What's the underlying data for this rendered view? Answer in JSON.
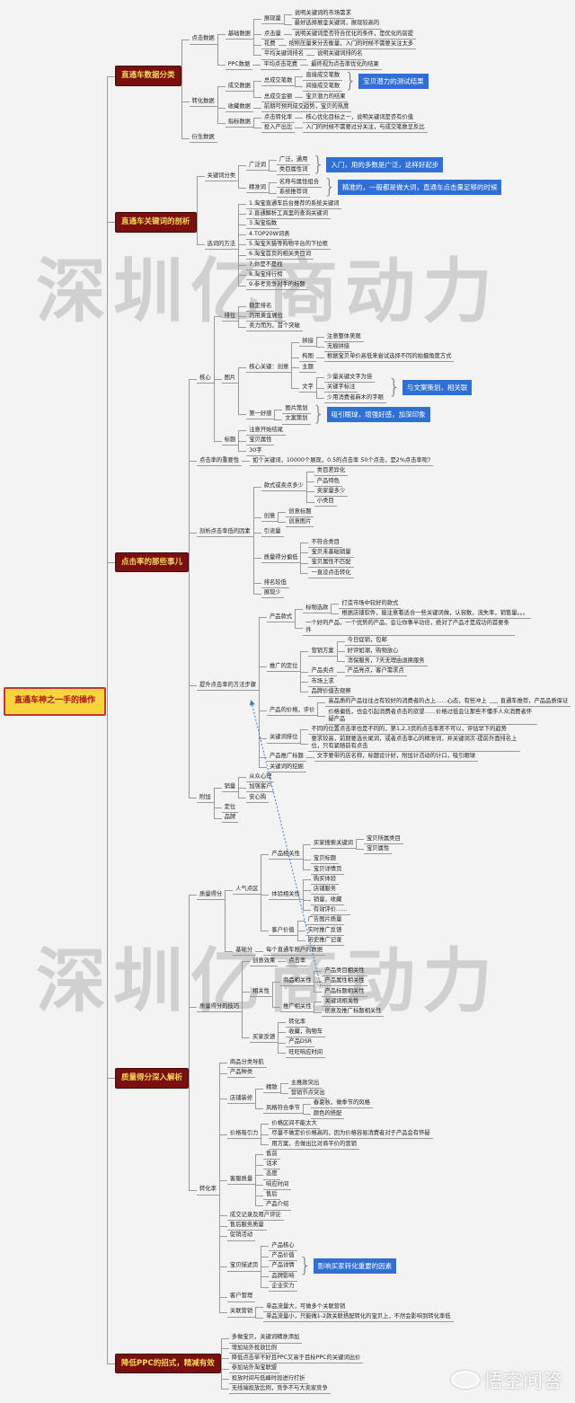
{
  "watermark": "深圳亿商动力",
  "logo": "悟空问答",
  "colors": {
    "branch_bg": "#7a0f0f",
    "branch_text": "#f6d85a",
    "root_bg": "#f7d43c",
    "root_border": "#c0392b",
    "callout_bg": "#2f6fd6"
  },
  "mindmap": {
    "t": "直通车神之一手的操作",
    "c": [
      {
        "t": "直通车数据分类",
        "c": [
          {
            "t": "点击数据",
            "c": [
              {
                "t": "基础数据",
                "c": [
                  {
                    "t": "展现量",
                    "c": [
                      "说明关键词的市场需求",
                      "最好选择展金关键词，展现较高的"
                    ]
                  },
                  {
                    "t": "点击量",
                    "c": [
                      "说明关键词是否符合优化的条件，是优化的前提"
                    ]
                  },
                  {
                    "t": "花费",
                    "c": [
                      "按照压量来分去衡量，入门的时候不需要关注太多"
                    ]
                  },
                  {
                    "t": "平均关键词排名",
                    "c": [
                      "说明关键词排的名"
                    ]
                  }
                ]
              },
              {
                "t": "PPC数据",
                "c": [
                  {
                    "t": "平均点击花费",
                    "c": [
                      "最终视为点击率优化的结果"
                    ]
                  }
                ]
              }
            ]
          },
          {
            "t": "转化数据",
            "c": [
              {
                "t": "成交数据",
                "c": [
                  {
                    "t": "总成交笔数",
                    "c": [
                      "直接成交笔数",
                      "间接成交笔数"
                    ],
                    "callout": "宝贝潜力的测试结果"
                  },
                  {
                    "t": "总成交金额",
                    "c": [
                      "宝贝潜力的结果"
                    ]
                  }
                ]
              },
              {
                "t": "收藏数据",
                "c": [
                  "前期可预判成交趋势，宝贝的热度"
                ]
              },
              {
                "t": "指标数据",
                "c": [
                  {
                    "t": "点击转化率",
                    "c": [
                      "核心优化目标之一，说明关键词是否有价值"
                    ]
                  },
                  {
                    "t": "投入产出比",
                    "c": [
                      "入门的时候不需要过分关注，与成交笔数呈反比"
                    ]
                  }
                ]
              }
            ]
          },
          "衍生数据"
        ]
      },
      {
        "t": "直通车关键词的剖析",
        "c": [
          {
            "t": "关键词分类",
            "c": [
              {
                "t": "广泛词",
                "c": [
                  "广泛，通用",
                  "类目属性词"
                ],
                "callout": "入门，用的多数是广泛，这样好起步"
              },
              {
                "t": "精准词",
                "c": [
                  "名称与属性组合",
                  "系统推荐词"
                ],
                "callout": "精准的，一般都是做大词，直通车点击量足够的时候"
              }
            ]
          },
          {
            "t": "选词的方法",
            "c": [
              "1.淘宝直通车后台推荐的系统关键词",
              "2.直通解析工具里的查询关键词",
              "3.淘宝指数",
              "4.TOP20W词表",
              "5.淘宝天猫等购物平台的下拉框",
              "6.淘宝首页的相关类目词",
              "7.你是不是找",
              "8.淘宝排行榜",
              "9.参考竞争对手的标题"
            ]
          }
        ]
      },
      {
        "t": "点击率的那些事儿",
        "c": [
          {
            "t": "核心",
            "c": [
              {
                "t": "排位",
                "c": [
                  "稳定排名",
                  "巧用黄金展位",
                  "卖力而为，首个突破"
                ]
              },
              {
                "t": "图片",
                "c": [
                  {
                    "t": "核心关键：创意",
                    "c": [
                      {
                        "t": "拼接",
                        "c": [
                          "注意整体美观",
                          "无痕拼接"
                        ]
                      },
                      {
                        "t": "构图",
                        "c": [
                          "根据宝贝单价高低来尝试选择不同的拍摄角度方式"
                        ]
                      },
                      "主题",
                      {
                        "t": "文字",
                        "c": [
                          "少量关键文字为佳",
                          "关键字标注",
                          "少用消费者麻木的字眼"
                        ],
                        "callout": "与文案策划，相关联"
                      }
                    ]
                  },
                  {
                    "t": "第一好感",
                    "c": [
                      "图片策划",
                      "文案策划"
                    ],
                    "callout": "吸引眼球，增强好感，加深印象"
                  }
                ]
              },
              {
                "t": "标题",
                "c": [
                  "注意开始结尾",
                  "宝贝属性",
                  "30字"
                ]
              }
            ]
          },
          {
            "t": "点击率的重要性",
            "c": [
              "如个关键词，10000个展现，0.5的点击率 50个点击，是2%点击率呢?"
            ]
          },
          {
            "t": "剖析点击率低的因素",
            "c": [
              {
                "t": "款式或卖点多少",
                "c": [
                  "类目差异化",
                  "产品特色",
                  "卖家量多少",
                  "小类目"
                ]
              },
              {
                "t": "创意",
                "c": [
                  "创意标题",
                  "创意图片"
                ]
              },
              "引流量",
              {
                "t": "质量得分偏低",
                "c": [
                  "不符合类目",
                  "宝贝未基础销量",
                  "宝贝属性不匹配",
                  "一直没点击转化"
                ]
              },
              "排名较低",
              "展现少"
            ]
          },
          {
            "t": "提升点击率的方法步骤",
            "c": [
              {
                "t": "产品款式",
                "c": [
                  {
                    "t": "标物选款",
                    "c": [
                      "打造市场中较好的款式",
                      "根据店铺软件，能注意看适合一些关键词做，认容数，流失率，销售量。。。"
                    ]
                  },
                  "一个好的产品，一个优势的产品，会让你事半功倍，绝对了产品才是成功的首要条件"
                ]
              },
              {
                "t": "推广的定位",
                "c": [
                  {
                    "t": "营销方案",
                    "c": [
                      "今日促销，包邮",
                      "好评如潮，购物放心",
                      "消保服务，7天无理由退换服务"
                    ]
                  },
                  {
                    "t": "产品卖点",
                    "c": [
                      "产品亮点，客户需求点"
                    ]
                  },
                  "市场上求",
                  "品牌价值去观察"
                ]
              },
              {
                "t": "产品的价格，评价",
                "c": [
                  {
                    "t": "高品质的产品往往占有较好的消费者的占上……心态，有些冲上",
                    "c": [
                      "直通车推荐，产品品质保证"
                    ]
                  },
                  "价格偏低，也会引起消费者点击的欲望……价格过低会让那些不懂手人众消费者怀疑产品"
                ]
              },
              {
                "t": "关键词排位",
                "c": [
                  "不同的位置点击率也是不同的，第1,2,3页的点击率差不可以，评估早下的趋势",
                  "要求较高，前期要选长尾词，或者点击率心的精准词，并关键词次-提前外面排名上位，只有紧随前有点击"
                ]
              },
              {
                "t": "产品推广标题",
                "c": [
                  "文字要带的店名称，标题设计好，附加计活动的计口，吸引眼球"
                ]
              },
              "关键词的挖掘"
            ]
          },
          {
            "t": "附加",
            "c": [
              {
                "t": "销量",
                "c": [
                  "从众心理",
                  "加强客户",
                  "安心购"
                ]
              },
              "定位",
              "品牌"
            ]
          }
        ]
      },
      {
        "t": "质量得分深入解析",
        "c": [
          {
            "t": "质量得分",
            "c": [
              {
                "t": "人气点区",
                "c": [
                  {
                    "t": "产品相关性",
                    "c": [
                      {
                        "t": "买家搜索关键词",
                        "c": [
                          "宝贝所属类目",
                          "宝贝属性"
                        ]
                      },
                      "宝贝标题",
                      "宝贝详情页"
                    ]
                  },
                  {
                    "t": "体验相关性",
                    "c": [
                      "购买体验",
                      "店铺服务",
                      "销量，收藏",
                      "有效评价……"
                    ]
                  },
                  {
                    "t": "客户价值",
                    "c": [
                      "广告图片质量",
                      "实时推广反馈",
                      "历史推广记录"
                    ]
                  }
                ]
              },
              {
                "t": "基础分",
                "c": [
                  "每个直通车账户的数据"
                ]
              }
            ]
          },
          {
            "t": "质量得分的技巧",
            "c": [
              {
                "t": "创意效果",
                "c": [
                  "点击率"
                ]
              },
              {
                "t": "相关性",
                "c": [
                  {
                    "t": "商品相关性",
                    "c": [
                      "产品类目相关性",
                      "产品属性相关性",
                      "产品标题相关性"
                    ]
                  },
                  {
                    "t": "推广相关性",
                    "c": [
                      "关键词相关性",
                      "创意及推广标题相关性"
                    ]
                  }
                ]
              },
              {
                "t": "买家反馈",
                "c": [
                  "转化率",
                  "收藏，购物车",
                  "产品DSR",
                  "旺旺响应时间"
                ]
              }
            ]
          },
          {
            "t": "转化率",
            "c": [
              "商品分类导航",
              "产品种类",
              {
                "t": "店铺装修",
                "c": [
                  {
                    "t": "精致",
                    "c": [
                      "主推款突出",
                      "营销节点突出"
                    ]
                  },
                  {
                    "t": "风格符合季节",
                    "c": [
                      "春夏秋，做季节的风格",
                      "颜色的搭配"
                    ]
                  }
                ]
              },
              {
                "t": "价格吸引力",
                "c": [
                  "价格区间不能太大",
                  "尽量不做定价价格高的，因为价格容易消费者对于产品会有怀疑",
                  "用方案，去做出比对商平价的营销"
                ]
              },
              {
                "t": "客服质量",
                "c": [
                  "售前",
                  "话术",
                  "态度",
                  "响应时间",
                  "售后",
                  "产品介绍"
                ]
              },
              "成交记录及用户评论",
              "售后服务质量",
              "促销活动",
              {
                "t": "宝贝描述页",
                "c": [
                  "产品核心",
                  "产品价值",
                  "产品详情",
                  "品牌影响",
                  "企业实力"
                ],
                "callout": "影响买家转化重要的因素"
              },
              "客户管理",
              {
                "t": "关联营销",
                "c": [
                  "单品流量大，可做多个关联营销",
                  "单品流量小，只能做1-2款关联搭配转化的宝贝上，不然会影响到转化率低"
                ]
              }
            ]
          }
        ]
      },
      {
        "t": "降低PPC的招式，精减有效",
        "c": [
          "多做宝贝，关键词精准添加",
          "增加站外投放比例",
          "降低点击单不好且PPC又高于目标PPC的关键词出价",
          "参加站外淘宝联盟",
          "投放时间与低峰时段进行打折",
          "无线端投放比例，竞争不与大卖家竞争"
        ]
      }
    ]
  }
}
